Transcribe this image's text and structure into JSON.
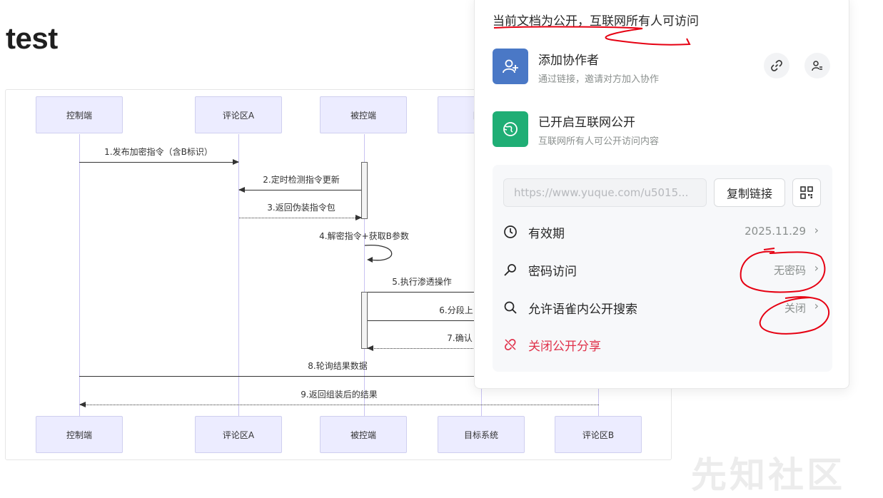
{
  "document": {
    "title": "test"
  },
  "diagram": {
    "actors_top": [
      "控制端",
      "评论区A",
      "被控端",
      "目标"
    ],
    "actors_bottom": [
      "控制端",
      "评论区A",
      "被控端",
      "目标系统",
      "评论区B"
    ],
    "messages": [
      "1.发布加密指令（含B标识）",
      "2.定时检测指令更新",
      "3.返回伪装指令包",
      "4.解密指令+获取B参数",
      "5.执行渗透操作",
      "6.分段上",
      "7.确认",
      "8.轮询结果数据",
      "9.返回组装后的结果"
    ]
  },
  "share_panel": {
    "notice": "当前文档为公开，互联网所有人可访问",
    "collaborators": {
      "title": "添加协作者",
      "subtitle": "通过链接，邀请对方加入协作",
      "icon": "add-user-icon",
      "link_icon": "link-icon",
      "manage_icon": "user-list-icon"
    },
    "public": {
      "title": "已开启互联网公开",
      "subtitle": "互联网所有人可公开访问内容",
      "icon": "globe-icon"
    },
    "link": {
      "url_placeholder": "https://www.yuque.com/u5015...",
      "copy_label": "复制链接",
      "qr_icon": "qrcode-icon"
    },
    "settings": [
      {
        "label": "有效期",
        "value": "2025.11.29",
        "icon": "clock-icon"
      },
      {
        "label": "密码访问",
        "value": "无密码",
        "icon": "key-icon"
      },
      {
        "label": "允许语雀内公开搜索",
        "value": "关闭",
        "icon": "search-icon"
      }
    ],
    "close_share": {
      "label": "关闭公开分享",
      "icon": "unlink-icon"
    }
  },
  "watermark": "先知社区",
  "colors": {
    "collab_icon_bg": "#4a78c6",
    "public_icon_bg": "#1fae75",
    "danger": "#e0324b",
    "annotation": "#e60012",
    "actor_bg": "#ececff"
  }
}
